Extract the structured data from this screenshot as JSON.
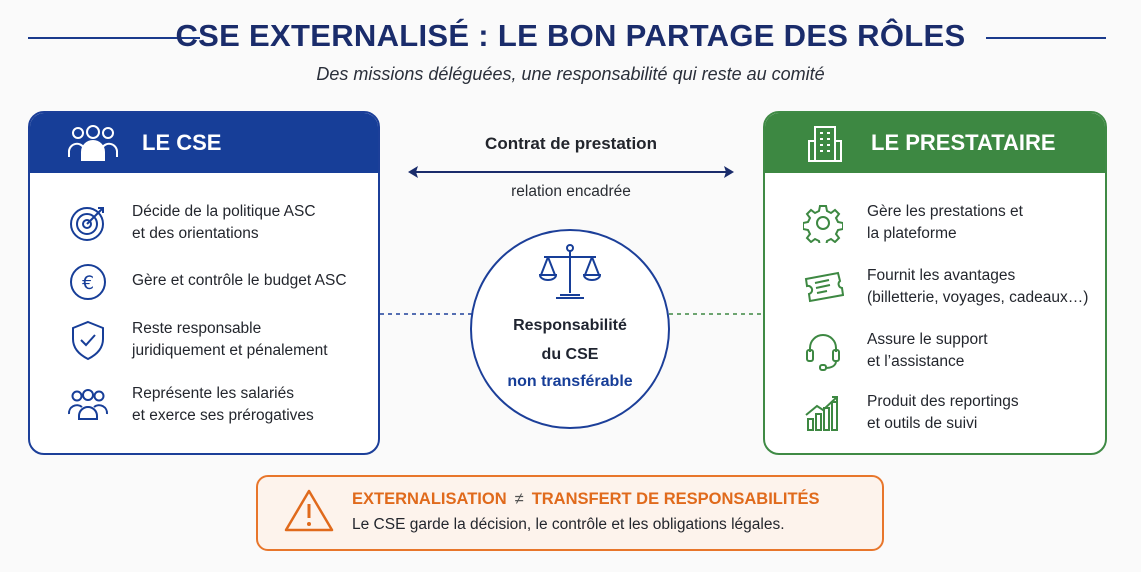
{
  "header": {
    "title": "CSE EXTERNALISÉ : LE BON PARTAGE DES RÔLES",
    "subtitle": "Des missions déléguées, une responsabilité qui reste au comité"
  },
  "left_panel": {
    "title": "LE CSE",
    "header_icon": "people-group-icon",
    "color": "#173e98",
    "items": [
      {
        "icon": "target-icon",
        "line1": "Décide de la politique ASC",
        "line2": "et des orientations"
      },
      {
        "icon": "euro-icon",
        "line1": "Gère et contrôle le budget ASC",
        "line2": ""
      },
      {
        "icon": "shield-check-icon",
        "line1": "Reste responsable",
        "line2": "juridiquement et pénalement"
      },
      {
        "icon": "people-icon",
        "line1": "Représente les salariés",
        "line2": "et exerce ses prérogatives"
      }
    ]
  },
  "right_panel": {
    "title": "LE PRESTATAIRE",
    "header_icon": "building-icon",
    "color": "#3d8842",
    "items": [
      {
        "icon": "gear-icon",
        "line1": "Gère les prestations et",
        "line2": "la plateforme"
      },
      {
        "icon": "ticket-icon",
        "line1": "Fournit les avantages",
        "line2": "(billetterie, voyages, cadeaux…)"
      },
      {
        "icon": "headset-icon",
        "line1": "Assure le support",
        "line2": "et l’assistance"
      },
      {
        "icon": "bar-chart-icon",
        "line1": "Produit des reportings",
        "line2": "et outils de suivi"
      }
    ]
  },
  "middle": {
    "contract_label": "Contrat de prestation",
    "relation_label": "relation encadrée",
    "circle_icon": "scales-icon",
    "circle_line1": "Responsabilité",
    "circle_line2": "du CSE",
    "circle_line3": "non transférable"
  },
  "alert": {
    "icon": "warning-icon",
    "title_left": "EXTERNALISATION",
    "neq": "≠",
    "title_right": "TRANSFERT DE RESPONSABILITÉS",
    "text": "Le CSE garde la décision, le contrôle et les obligations légales.",
    "color": "#e06a1c"
  }
}
